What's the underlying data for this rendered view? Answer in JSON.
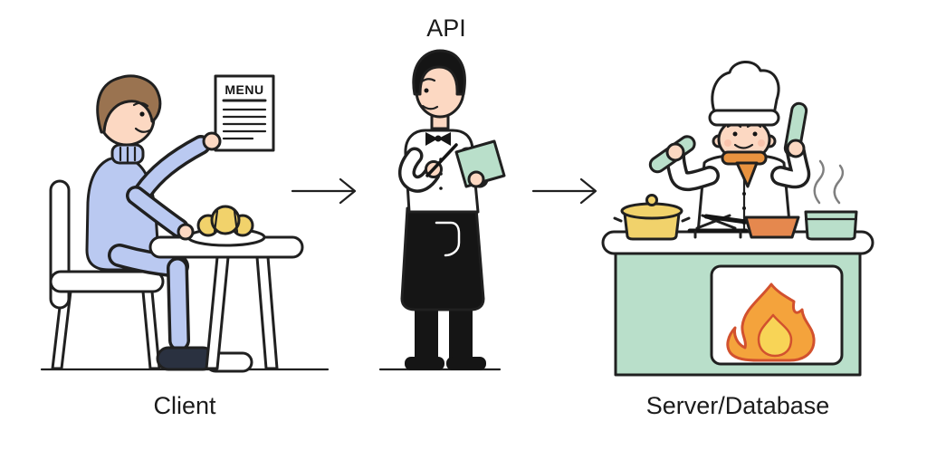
{
  "labels": {
    "api": "API",
    "client": "Client",
    "server": "Server/Database"
  },
  "menu": {
    "title": "MENU"
  },
  "colors": {
    "outline": "#202020",
    "skin": "#fcd8c2",
    "hair_brown": "#9a7350",
    "client_outfit": "#bac9f1",
    "mint": "#b9dfca",
    "pot_yellow": "#f1d26b",
    "pan_orange": "#e5884e",
    "flame_orange": "#f4a33c",
    "flame_yellow": "#f8d456",
    "flame_outline": "#d2512e",
    "scarf_orange": "#e8923f",
    "ink": "#151515",
    "steam_gray": "#7f7f7f",
    "shoe_navy": "#2a3140",
    "label_color": "#1b1b1b"
  }
}
